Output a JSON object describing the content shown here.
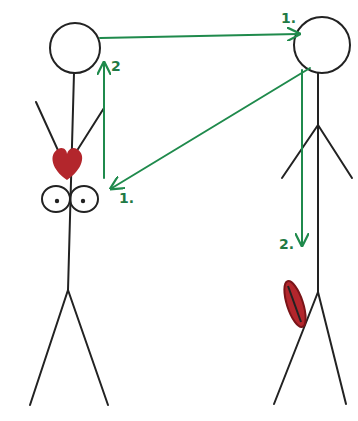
{
  "diagram": {
    "labels": [
      "1.",
      "2",
      "1.",
      "2."
    ]
  }
}
